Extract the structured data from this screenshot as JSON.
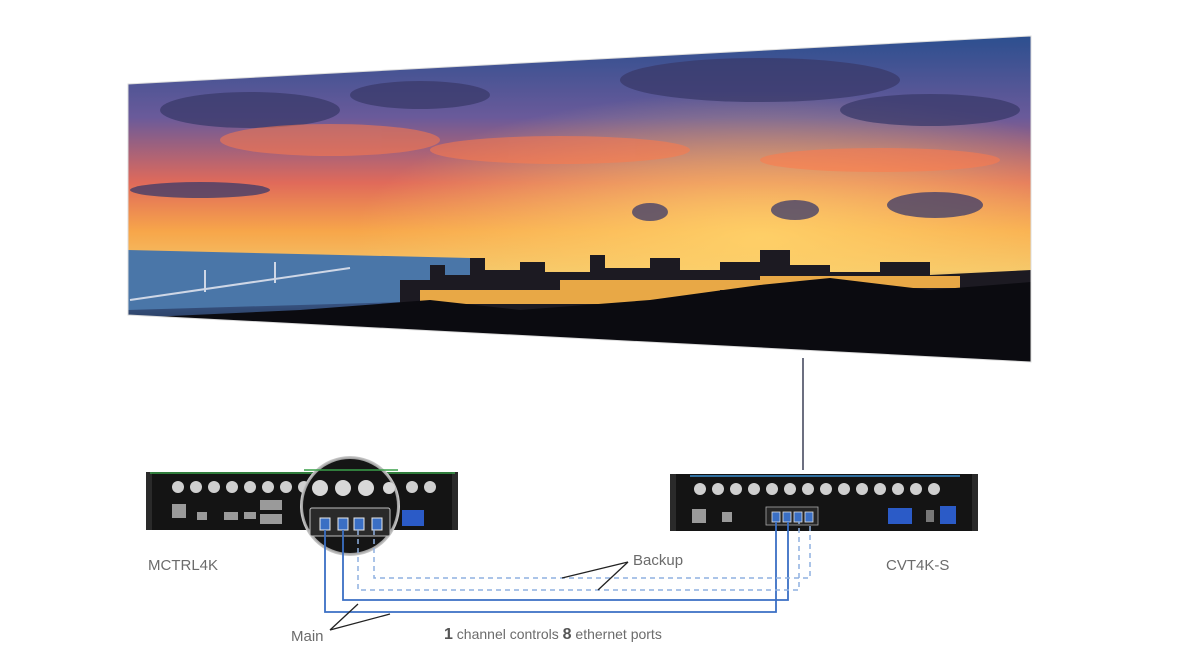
{
  "devices": {
    "sender_name": "MCTRL4K",
    "converter_name": "CVT4K-S"
  },
  "links": {
    "backup_label": "Backup",
    "main_label": "Main"
  },
  "caption": {
    "count_a": "1",
    "text_a": " channel controls ",
    "count_b": "8",
    "text_b": " ethernet ports"
  },
  "colors": {
    "main_line": "#3a6fc4",
    "backup_line": "#8fb0e0",
    "rack": "#141414",
    "label_text": "#6b6b6b"
  }
}
